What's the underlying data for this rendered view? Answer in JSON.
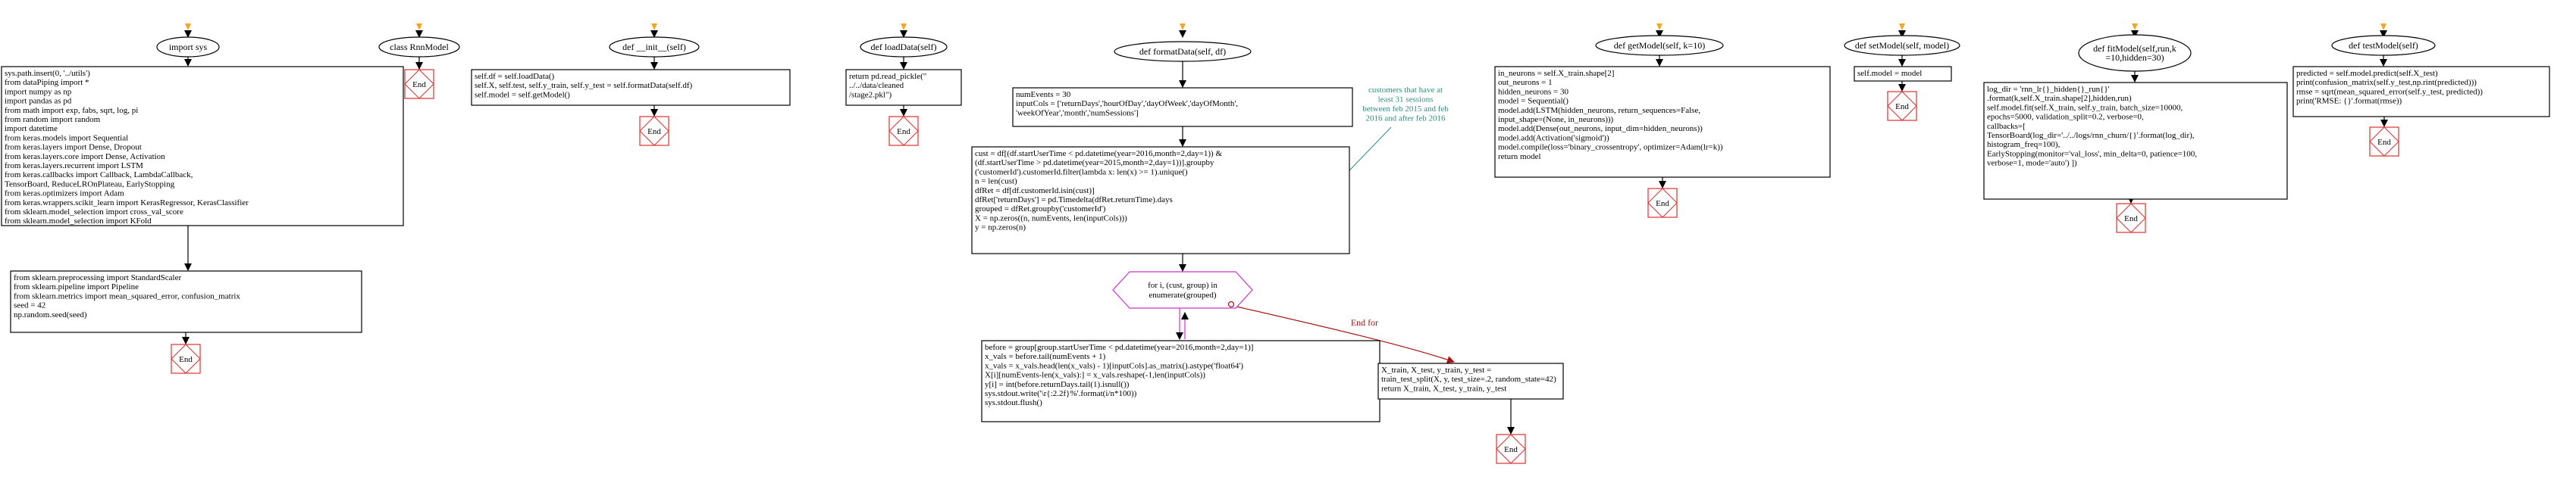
{
  "entries": [
    {
      "id": "import_sys",
      "label": "import sys"
    },
    {
      "id": "class_rnn",
      "label": "class RnnModel"
    },
    {
      "id": "init",
      "label": "def __init__(self)"
    },
    {
      "id": "loaddata",
      "label": "def loadData(self)"
    },
    {
      "id": "formatdata",
      "label": "def formatData(self, df)"
    },
    {
      "id": "getmodel",
      "label": "def getModel(self, k=10)"
    },
    {
      "id": "setmodel",
      "label": "def setModel(self, model)"
    },
    {
      "id": "fitmodel",
      "label": "def fitModel(self,run,k\n=10,hidden=30)"
    },
    {
      "id": "testmodel",
      "label": "def testModel(self)"
    }
  ],
  "boxes": [
    {
      "id": "imports1",
      "lines": [
        "sys.path.insert(0, '../utils')",
        "from dataPiping import *",
        "import numpy as np",
        "import pandas as pd",
        "from math import exp, fabs, sqrt, log, pi",
        "from random import random",
        "import datetime",
        "from keras.models import Sequential",
        "from keras.layers import Dense, Dropout",
        "from keras.layers.core import Dense, Activation",
        "from keras.layers.recurrent import LSTM",
        "from keras.callbacks import Callback, LambdaCallback,",
        "TensorBoard, ReduceLROnPlateau, EarlyStopping",
        "from keras.optimizers import Adam",
        "from keras.wrappers.scikit_learn import KerasRegressor, KerasClassifier",
        "from sklearn.model_selection import cross_val_score",
        "from sklearn.model_selection import KFold"
      ]
    },
    {
      "id": "imports2",
      "lines": [
        "from sklearn.preprocessing import StandardScaler",
        "from sklearn.pipeline import Pipeline",
        "from sklearn.metrics import mean_squared_error, confusion_matrix",
        "seed = 42",
        "np.random.seed(seed)"
      ]
    },
    {
      "id": "init_body",
      "lines": [
        "self.df = self.loadData()",
        "self.X, self.test, self.y_train, self.y_test = self.formatData(self.df)",
        "self.model = self.getModel()"
      ]
    },
    {
      "id": "load_body",
      "lines": [
        "return pd.read_pickle(\"",
        "../../data/cleaned",
        "/stage2.pkl\")"
      ]
    },
    {
      "id": "fmt1",
      "lines": [
        "numEvents = 30",
        "inputCols = ['returnDays','hourOfDay','dayOfWeek','dayOfMonth',",
        "'weekOfYear','month','numSessions']"
      ]
    },
    {
      "id": "fmt2",
      "lines": [
        "cust = df[(df.startUserTime < pd.datetime(year=2016,month=2,day=1)) &",
        "(df.startUserTime > pd.datetime(year=2015,month=2,day=1))].groupby",
        "('customerId').customerId.filter(lambda x: len(x) >= 1).unique()",
        "n = len(cust)",
        "dfRet = df[df.customerId.isin(cust)]",
        "dfRet['returnDays'] = pd.Timedelta(dfRet.returnTime).days",
        "grouped = dfRet.groupby('customerId')",
        "X = np.zeros((n, numEvents, len(inputCols)))",
        "y = np.zeros(n)"
      ]
    },
    {
      "id": "loop_body",
      "lines": [
        "before = group[group.startUserTime < pd.datetime(year=2016,month=2,day=1)]",
        "x_vals = before.tail(numEvents + 1)",
        "x_vals = x_vals.head(len(x_vals) - 1)[inputCols].as_matrix().astype('float64')",
        "X[i][numEvents-len(x_vals):] = x_vals.reshape(-1,len(inputCols))",
        "y[i] = int(before.returnDays.tail(1).isnull())",
        "sys.stdout.write('\\r{:2.2f}%'.format(i/n*100))",
        "sys.stdout.flush()"
      ]
    },
    {
      "id": "split_body",
      "lines": [
        "X_train, X_test, y_train, y_test =",
        "train_test_split(X, y, test_size=.2, random_state=42)",
        "return X_train, X_test, y_train, y_test"
      ]
    },
    {
      "id": "getmodel_body",
      "lines": [
        "in_neurons = self.X_train.shape[2]",
        "out_neurons = 1",
        "hidden_neurons = 30",
        "model = Sequential()",
        "model.add(LSTM(hidden_neurons, return_sequences=False,",
        "input_shape=(None, in_neurons)))",
        "model.add(Dense(out_neurons, input_dim=hidden_neurons))",
        "model.add(Activation('sigmoid'))",
        "model.compile(loss='binary_crossentropy', optimizer=Adam(lr=k))",
        "return model"
      ]
    },
    {
      "id": "setmodel_body",
      "lines": [
        "self.model = model"
      ]
    },
    {
      "id": "fit_body",
      "lines": [
        "log_dir = 'rnn_lr{}_hidden{}_run{}'",
        ".format(k,self.X_train.shape[2],hidden,run)",
        "self.model.fit(self.X_train, self.y_train, batch_size=10000,",
        "epochs=5000, validation_split=0.2, verbose=0,",
        "callbacks=[",
        "TensorBoard(log_dir='../../logs/rnn_churn/{}'.format(log_dir),",
        "histogram_freq=100),",
        "EarlyStopping(monitor='val_loss', min_delta=0, patience=100,",
        "verbose=1, mode='auto')                    ])"
      ]
    },
    {
      "id": "test_body",
      "lines": [
        "predicted = self.model.predict(self.X_test)",
        "print(confusion_matrix(self.y_test,np.rint(predicted)))",
        "rmse = sqrt(mean_squared_error(self.y_test, predicted))",
        "print('RMSE: {}'.format(rmse))"
      ]
    }
  ],
  "loop_label": "for i, (cust, group) in\nenumerate(grouped)",
  "note_text": "customers that have at\nleast 31 sessions\nbetween feb 2015 and feb\n2016 and after feb 2016",
  "end_for_label": "End for",
  "end_label": "End",
  "colors": {
    "start_arrow": "#f5a623",
    "loop_border": "#cc33cc",
    "loop_edge": "#aa1111",
    "end_border": "#e03030",
    "note": "#2f8f80"
  }
}
